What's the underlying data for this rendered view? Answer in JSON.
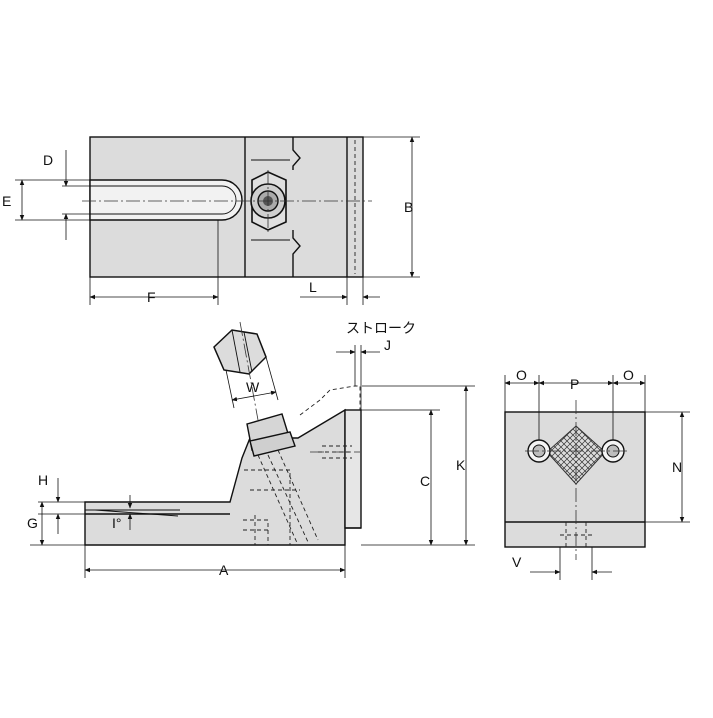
{
  "labels": {
    "A": "A",
    "B": "B",
    "C": "C",
    "D": "D",
    "E": "E",
    "F": "F",
    "G": "G",
    "H": "H",
    "I": "I°",
    "J": "J",
    "K": "K",
    "L": "L",
    "N": "N",
    "O_left": "O",
    "O_right": "O",
    "P": "P",
    "V": "V",
    "W": "W",
    "stroke": "ストローク"
  }
}
